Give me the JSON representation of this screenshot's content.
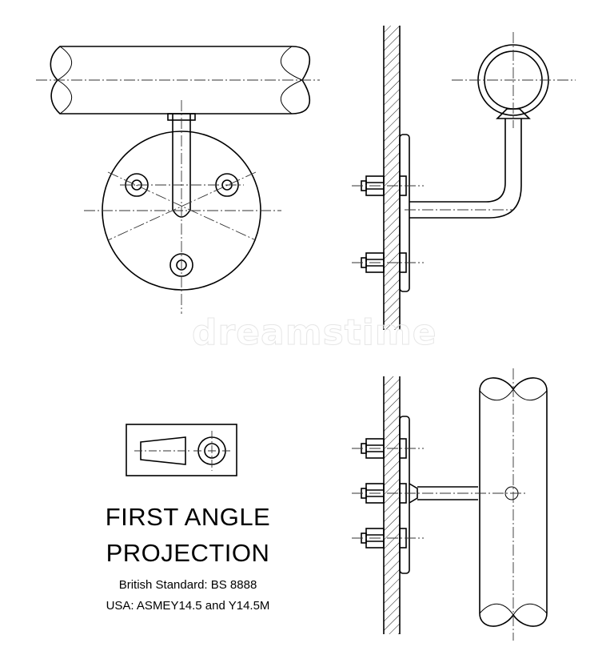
{
  "projection": {
    "title_line1": "FIRST ANGLE",
    "title_line2": "PROJECTION",
    "standard_uk": "British Standard: BS 8888",
    "standard_us": "USA: ASMEY14.5 and Y14.5M"
  },
  "watermark": "dreamstime",
  "colors": {
    "line": "#000000",
    "center": "#333333",
    "background": "#ffffff"
  }
}
